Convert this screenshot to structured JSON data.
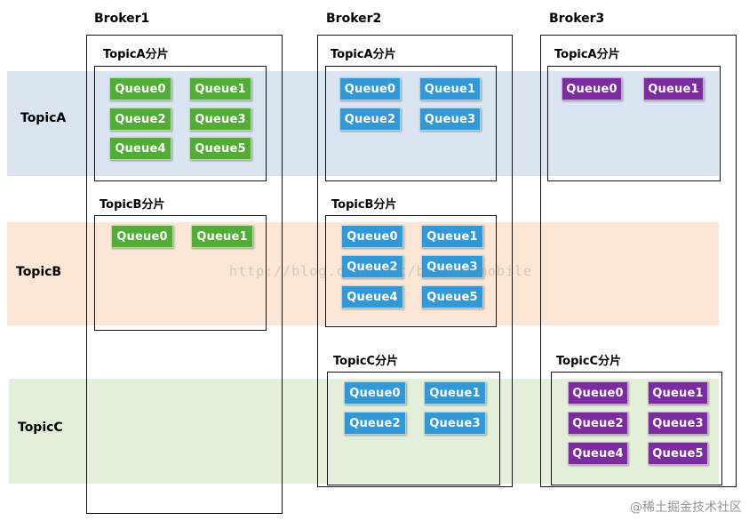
{
  "colors": {
    "green": "#52ad36",
    "blue": "#3399d6",
    "purple": "#7b2c9f",
    "band_topicA": "#dbe4f1",
    "band_topicB": "#fce6d6",
    "band_topicC": "#e4efd9"
  },
  "bands": [
    {
      "label": "TopicA"
    },
    {
      "label": "TopicB"
    },
    {
      "label": "TopicC"
    }
  ],
  "brokers": [
    {
      "title": "Broker1"
    },
    {
      "title": "Broker2"
    },
    {
      "title": "Broker3"
    }
  ],
  "shards": {
    "b1a": {
      "title": "TopicA分片",
      "queues": [
        "Queue0",
        "Queue1",
        "Queue2",
        "Queue3",
        "Queue4",
        "Queue5"
      ]
    },
    "b1b": {
      "title": "TopicB分片",
      "queues": [
        "Queue0",
        "Queue1"
      ]
    },
    "b2a": {
      "title": "TopicA分片",
      "queues": [
        "Queue0",
        "Queue1",
        "Queue2",
        "Queue3"
      ]
    },
    "b2b": {
      "title": "TopicB分片",
      "queues": [
        "Queue0",
        "Queue1",
        "Queue2",
        "Queue3",
        "Queue4",
        "Queue5"
      ]
    },
    "b2c": {
      "title": "TopicC分片",
      "queues": [
        "Queue0",
        "Queue1",
        "Queue2",
        "Queue3"
      ]
    },
    "b3a": {
      "title": "TopicA分片",
      "queues": [
        "Queue0",
        "Queue1"
      ]
    },
    "b3c": {
      "title": "TopicC分片",
      "queues": [
        "Queue0",
        "Queue1",
        "Queue2",
        "Queue3",
        "Queue4",
        "Queue5"
      ]
    }
  },
  "watermark": "http://blog.csdn.net/binzhaomobile",
  "sitemark": "@稀土掘金技术社区"
}
